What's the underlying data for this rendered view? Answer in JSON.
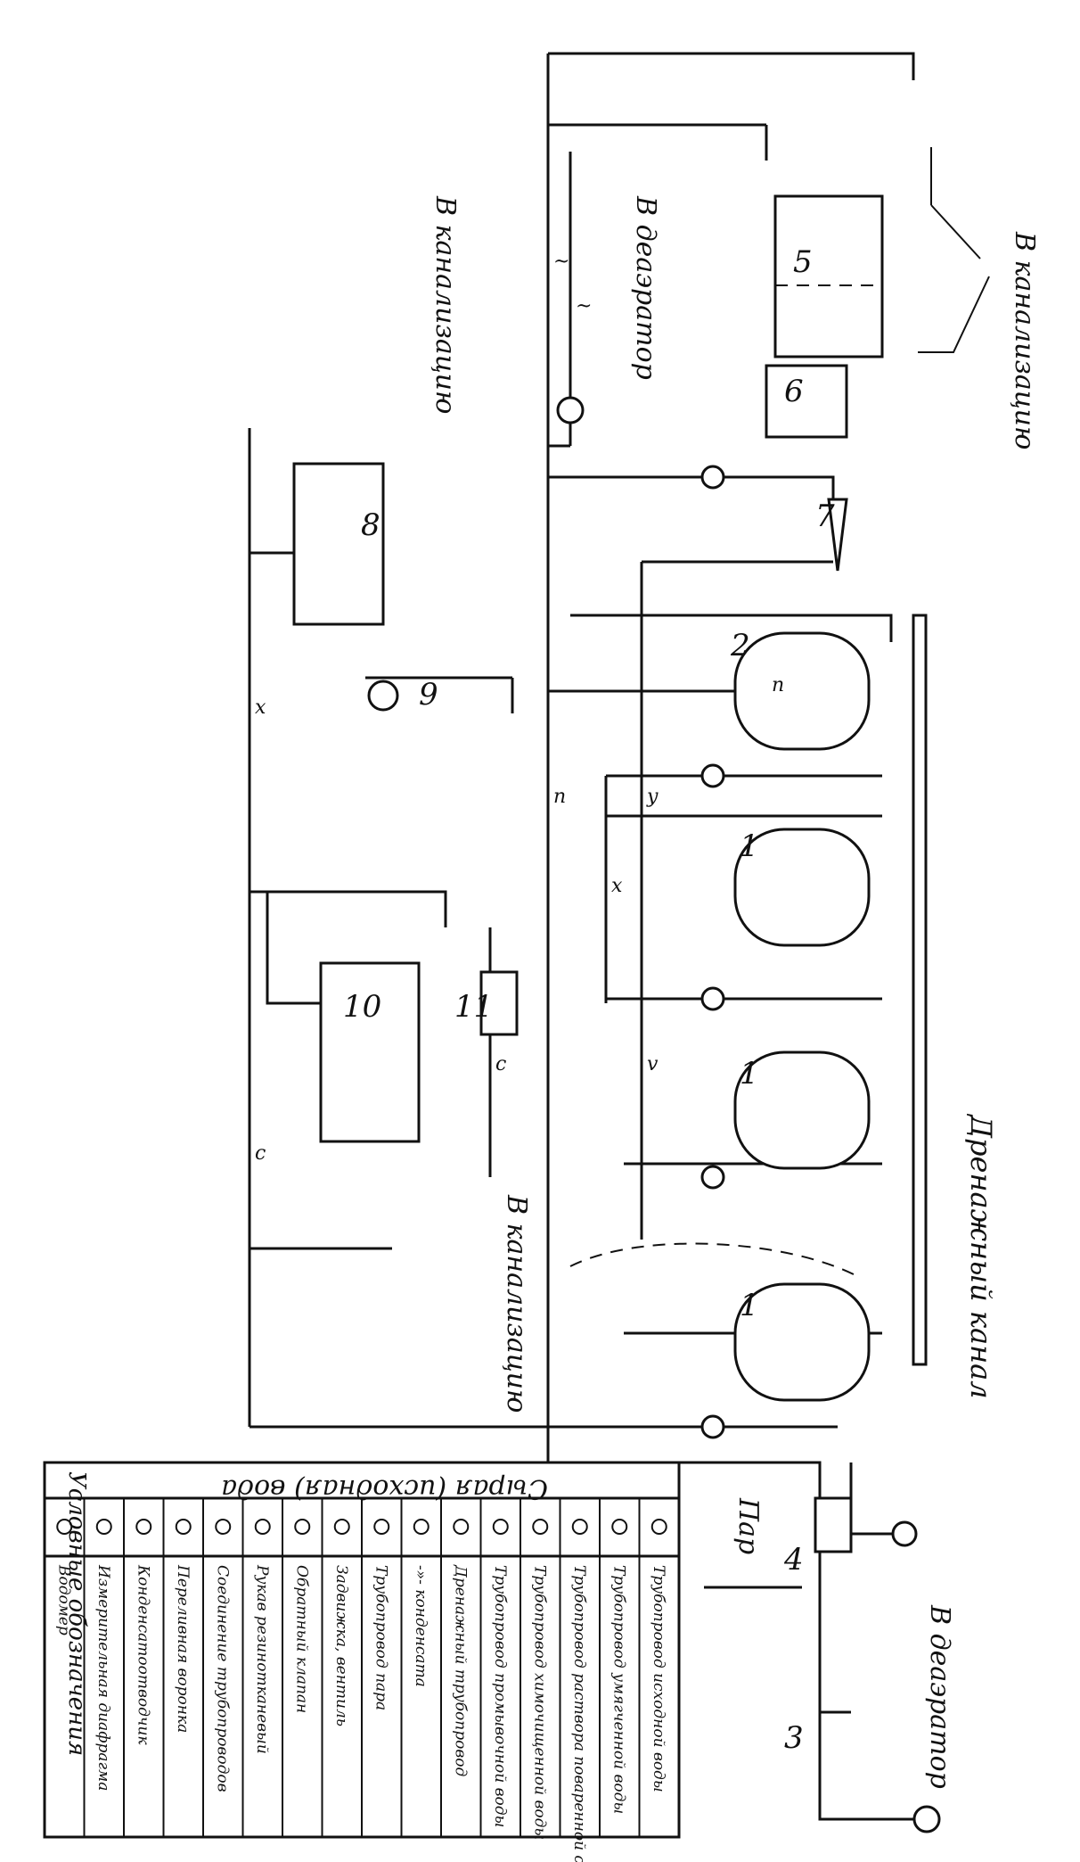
{
  "legend": {
    "title": "Условные обозначения",
    "rows": [
      {
        "symbol": "water-meter-icon",
        "label": "Водомер"
      },
      {
        "symbol": "orifice-icon",
        "label": "Измерительная диафрагма"
      },
      {
        "symbol": "steam-trap-icon",
        "label": "Конденсатоотводчик"
      },
      {
        "symbol": "funnel-icon",
        "label": "Переливная воронка"
      },
      {
        "symbol": "pipe-joint-icon",
        "label": "Соединение трубопроводов"
      },
      {
        "symbol": "rubber-hose-icon",
        "label": "Рукав резинотканевый"
      },
      {
        "symbol": "check-valve-icon",
        "label": "Обратный клапан"
      },
      {
        "symbol": "gate-valve-icon",
        "label": "Задвижка, вентиль"
      },
      {
        "symbol": "steam-line-icon",
        "label": "Трубопровод пара"
      },
      {
        "symbol": "condensate-line-icon",
        "label": "-»- конденсата"
      },
      {
        "symbol": "drain-line-icon",
        "label": "Дренажный трубопровод"
      },
      {
        "symbol": "line-p-icon",
        "label": "Трубопровод промывочной воды"
      },
      {
        "symbol": "line-x-icon",
        "label": "Трубопровод химочищенной воды"
      },
      {
        "symbol": "line-s-icon",
        "label": "Трубопровод раствора поваренной соли"
      },
      {
        "symbol": "line-u-icon",
        "label": "Трубопровод умягченной воды"
      },
      {
        "symbol": "line-v-icon",
        "label": "Трубопровод исходной воды"
      }
    ],
    "line_codes": [
      "~",
      "п",
      "х",
      "с",
      "у",
      "v"
    ]
  },
  "labels": {
    "raw_water": "Сырая (исходная) вода",
    "steam": "Пар",
    "to_deaerator_1": "В деаэратор",
    "to_deaerator_2": "В деаэратор",
    "to_sewer_1": "В канализацию",
    "to_sewer_2": "В канализацию",
    "to_sewer_3": "В канализацию",
    "drain_channel": "Дренажный канал"
  },
  "equipment": {
    "filter_1a": "1",
    "filter_1b": "1",
    "filter_1c": "1",
    "filter_2": "2",
    "unit_3": "3",
    "heater_4": "4",
    "tank_5": "5",
    "tank_6": "6",
    "ejector_7": "7",
    "tank_8": "8",
    "pump_9": "9",
    "tank_10": "10",
    "unit_11": "11"
  }
}
